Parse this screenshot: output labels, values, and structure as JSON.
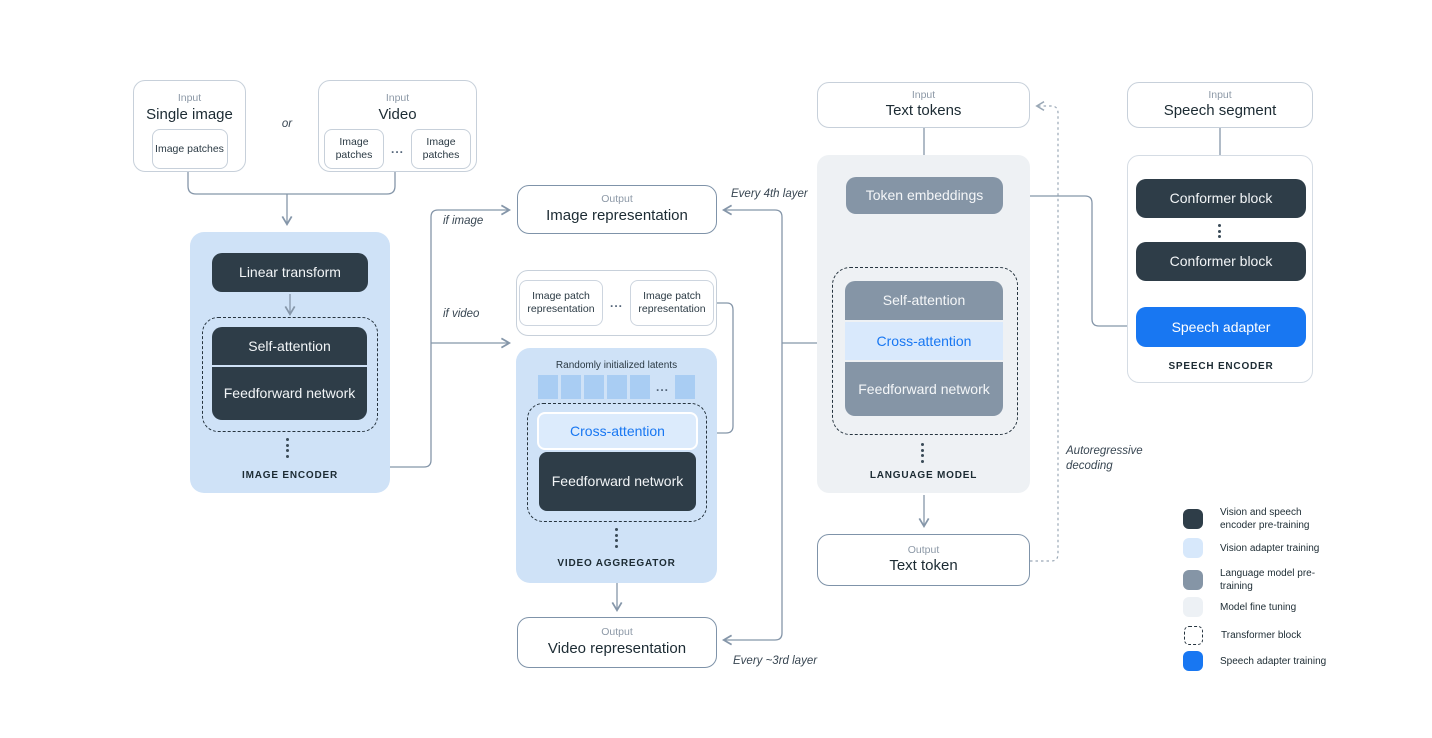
{
  "inputs": {
    "single_image": {
      "caption": "Input",
      "title": "Single image",
      "chip": "Image patches"
    },
    "or_label": "or",
    "video": {
      "caption": "Input",
      "title": "Video",
      "chip1": "Image patches",
      "chip2": "Image patches",
      "dots": "..."
    },
    "text_tokens": {
      "caption": "Input",
      "title": "Text tokens"
    },
    "speech_segment": {
      "caption": "Input",
      "title": "Speech segment"
    }
  },
  "outputs": {
    "image_representation": {
      "caption": "Output",
      "title": "Image representation"
    },
    "video_representation": {
      "caption": "Output",
      "title": "Video representation"
    },
    "text_token": {
      "caption": "Output",
      "title": "Text token"
    }
  },
  "image_encoder": {
    "linear_transform": "Linear transform",
    "self_attention": "Self-attention",
    "feedforward": "Feedforward network",
    "label": "IMAGE ENCODER"
  },
  "patch_reps": {
    "box1": "Image patch representation",
    "dots": "...",
    "box2": "Image patch representation"
  },
  "video_aggregator": {
    "latents_label": "Randomly initialized latents",
    "latents_dots": "...",
    "cross_attention": "Cross-attention",
    "feedforward": "Feedforward network",
    "label": "VIDEO AGGREGATOR"
  },
  "language_model": {
    "token_embeddings": "Token embeddings",
    "self_attention": "Self-attention",
    "cross_attention": "Cross-attention",
    "feedforward": "Feedforward network",
    "label": "LANGUAGE MODEL"
  },
  "speech_encoder": {
    "conformer1": "Conformer block",
    "conformer2": "Conformer block",
    "adapter": "Speech adapter",
    "label": "SPEECH ENCODER"
  },
  "edge_labels": {
    "if_image": "if image",
    "if_video": "if video",
    "every_4th": "Every 4th layer",
    "every_3rd": "Every ~3rd layer",
    "autoregressive": "Autoregressive decoding"
  },
  "legend": {
    "items": [
      {
        "label": "Vision and speech encoder pre-training"
      },
      {
        "label": "Vision adapter training"
      },
      {
        "label": "Language model pre-training"
      },
      {
        "label": "Model fine tuning"
      },
      {
        "label": "Transformer block"
      },
      {
        "label": "Speech adapter training"
      }
    ]
  },
  "colors": {
    "encoder_dark": "#2e3d48",
    "vision_adapter_blue": "#cfe2f7",
    "language_model_gray": "#8595a6",
    "fine_tuning_gray": "#eef1f4",
    "speech_adapter_blue": "#1877f2",
    "wire_gray": "#8596a9"
  }
}
